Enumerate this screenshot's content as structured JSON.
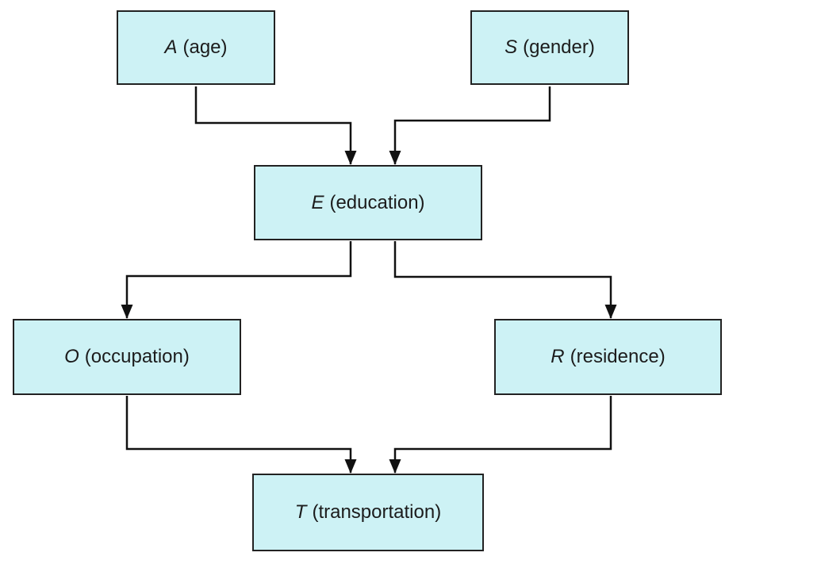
{
  "diagram": {
    "kind": "causal-network",
    "background_color": "#ffffff",
    "node_fill_color": "#cdf2f5",
    "node_border_color": "#222222",
    "connector_color": "#111111",
    "nodes": [
      {
        "id": "A",
        "symbol": "A",
        "label": "(age)"
      },
      {
        "id": "S",
        "symbol": "S",
        "label": "(gender)"
      },
      {
        "id": "E",
        "symbol": "E",
        "label": "(education)"
      },
      {
        "id": "O",
        "symbol": "O",
        "label": "(occupation)"
      },
      {
        "id": "R",
        "symbol": "R",
        "label": "(residence)"
      },
      {
        "id": "T",
        "symbol": "T",
        "label": "(transportation)"
      }
    ],
    "edges": [
      {
        "from": "A",
        "to": "E"
      },
      {
        "from": "S",
        "to": "E"
      },
      {
        "from": "E",
        "to": "O"
      },
      {
        "from": "E",
        "to": "R"
      },
      {
        "from": "O",
        "to": "T"
      },
      {
        "from": "R",
        "to": "T"
      }
    ]
  }
}
